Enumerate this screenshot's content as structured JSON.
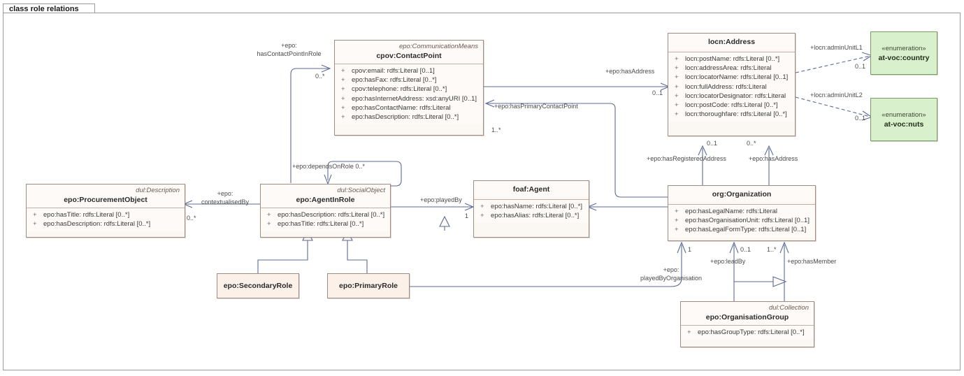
{
  "diagram": {
    "tab_label": "class role relations",
    "accent_class_fill": "#fbf7f3",
    "accent_class_border": "#a08c80",
    "enum_fill": "#d9f0cc",
    "enum_border": "#7a9b66",
    "line_color": "#5b6b96"
  },
  "nodes": {
    "contact_point": {
      "stereotype": "epo:CommunicationMeans",
      "title": "cpov:ContactPoint",
      "attributes": [
        {
          "vis": "+",
          "text": "cpov:email: rdfs:Literal [0..1]"
        },
        {
          "vis": "+",
          "text": "epo:hasFax: rdfs:Literal [0..*]"
        },
        {
          "vis": "+",
          "text": "cpov:telephone: rdfs:Literal [0..*]"
        },
        {
          "vis": "+",
          "text": "epo:hasInternetAddress: xsd:anyURI [0..1]"
        },
        {
          "vis": "+",
          "text": "epo:hasContactName: rdfs:Literal"
        },
        {
          "vis": "+",
          "text": "epo:hasDescription: rdfs:Literal [0..*]"
        }
      ]
    },
    "address": {
      "stereotype": "",
      "title": "locn:Address",
      "attributes": [
        {
          "vis": "+",
          "text": "locn:postName: rdfs:Literal [0..*]"
        },
        {
          "vis": "+",
          "text": "locn:addressArea: rdfs:Literal"
        },
        {
          "vis": "+",
          "text": "locn:locatorName: rdfs:Literal [0..1]"
        },
        {
          "vis": "+",
          "text": "locn:fullAddress: rdfs:Literal"
        },
        {
          "vis": "+",
          "text": "locn:locatorDesignator: rdfs:Literal"
        },
        {
          "vis": "+",
          "text": "locn:postCode: rdfs:Literal [0..*]"
        },
        {
          "vis": "+",
          "text": "locn:thoroughfare: rdfs:Literal [0..*]"
        }
      ]
    },
    "at_voc_country": {
      "stereotype": "«enumeration»",
      "title": "at-voc:country"
    },
    "at_voc_nuts": {
      "stereotype": "«enumeration»",
      "title": "at-voc:nuts"
    },
    "procurement_object": {
      "stereotype": "dul:Description",
      "title": "epo:ProcurementObject",
      "attributes": [
        {
          "vis": "+",
          "text": "epo:hasTitle: rdfs:Literal [0..*]"
        },
        {
          "vis": "+",
          "text": "epo:hasDescription: rdfs:Literal [0..*]"
        }
      ]
    },
    "agent_in_role": {
      "stereotype": "dul:SocialObject",
      "title": "epo:AgentInRole",
      "attributes": [
        {
          "vis": "+",
          "text": "epo:hasDescription: rdfs:Literal [0..*]"
        },
        {
          "vis": "+",
          "text": "epo:hasTitle: rdfs:Literal [0..*]"
        }
      ]
    },
    "agent": {
      "stereotype": "",
      "title": "foaf:Agent",
      "attributes": [
        {
          "vis": "+",
          "text": "epo:hasName: rdfs:Literal [0..*]"
        },
        {
          "vis": "+",
          "text": "epo:hasAlias: rdfs:Literal [0..*]"
        }
      ]
    },
    "organization": {
      "stereotype": "",
      "title": "org:Organization",
      "attributes": [
        {
          "vis": "+",
          "text": "epo:hasLegalName: rdfs:Literal"
        },
        {
          "vis": "+",
          "text": "epo:hasOrganisationUnit: rdfs:Literal [0..1]"
        },
        {
          "vis": "+",
          "text": "epo:hasLegalFormType: rdfs:Literal [0..1]"
        }
      ]
    },
    "secondary_role": {
      "title": "epo:SecondaryRole"
    },
    "primary_role": {
      "title": "epo:PrimaryRole"
    },
    "organisation_group": {
      "stereotype": "dul:Collection",
      "title": "epo:OrganisationGroup",
      "attributes": [
        {
          "vis": "+",
          "text": "epo:hasGroupType: rdfs:Literal [0..*]"
        }
      ]
    }
  },
  "edge_labels": {
    "has_contact_point_in_role": "+epo:\nhasContactPointInRole",
    "has_contact_point_in_role_l1": "+epo:",
    "has_contact_point_in_role_l2": "hasContactPointInRole",
    "has_address_top": "+epo:hasAddress",
    "has_primary_contact_point": "+epo:hasPrimaryContactPoint",
    "admin_unit_l1": "+locn:adminUnitL1",
    "admin_unit_l2": "+locn:adminUnitL2",
    "depends_on_role": "+epo:dependsOnRole 0..*",
    "contextualised_by_l1": "+epo:",
    "contextualised_by_l2": "contextualisedBy",
    "played_by": "+epo:playedBy",
    "has_registered_address": "+epo:hasRegisteredAddress",
    "has_address_org": "+epo:hasAddress",
    "played_by_organisation_l1": "+epo:",
    "played_by_organisation_l2": "playedByOrganisation",
    "lead_by": "+epo:leadBy",
    "has_member": "+epo:hasMember"
  },
  "multiplicities": {
    "cp_source": "0..*",
    "cp_primary": "1..*",
    "address_top": "0..1",
    "admin_unit_l1": "0..1",
    "admin_unit_l2": "0..1",
    "procurement_object": "0..*",
    "agent_played_by": "1",
    "registered_address": "0..1",
    "org_address": "0..*",
    "played_by_org": "1",
    "lead_by": "0..1",
    "has_member": "1..*"
  }
}
